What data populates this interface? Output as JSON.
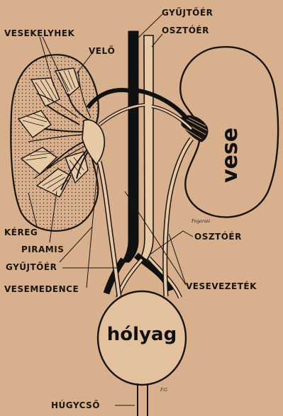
{
  "labels": {
    "vesekelyhek": "VESEKELYHEK",
    "velo": "VELŐ",
    "gyujtoer_top": "GYŰJTŐÉR",
    "osztoer_top": "OSZTÓÉR",
    "vese": "vese",
    "kereg": "KÉREG",
    "piramis": "PIRAMIS",
    "gyujtoer_left": "GYŰJTŐÉR",
    "vesemedence": "VESEMEDENCE",
    "osztoer_right": "OSZTÓÉR",
    "vesevezetek": "VESEVEZETÉK",
    "holyag": "hólyag",
    "hugycso": "HÚGYCSŐ"
  },
  "signatures": {
    "kidney": "Fogarasi",
    "bladder": "F.G"
  },
  "colors": {
    "paper": "#d9b08e",
    "ink": "#1a1410"
  }
}
